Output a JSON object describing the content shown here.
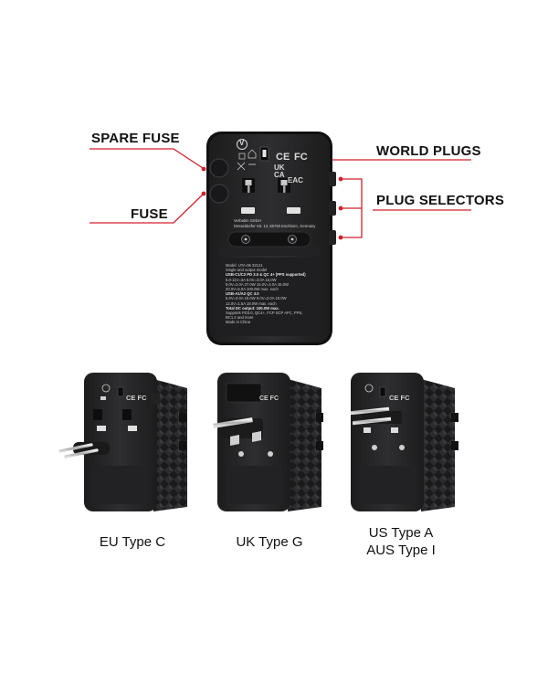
{
  "callouts": {
    "spare_fuse": "SPARE FUSE",
    "fuse": "FUSE",
    "world_plugs": "WORLD PLUGS",
    "plug_selectors": "PLUG SELECTORS"
  },
  "captions": {
    "eu": "EU Type C",
    "uk": "UK Type G",
    "us_line1": "US Type A",
    "us_line2": "AUS Type I"
  },
  "device_marks": {
    "uk_ca": "UK CA",
    "eac": "EAC",
    "ce": "CE",
    "fc": "FC",
    "brand_badge": "V"
  },
  "device_label": {
    "company_line1": "Verbatim GmbH",
    "company_line2": "Düsseldorfer Str. 13, 65760 Eschborn, Germany",
    "spec_lines": [
      "Model: UTA-06 32121",
      "Single and output model",
      "USB-C1/C2 PD 3.0 & QC 4+ (PPS supported)",
      "5.0-11V=3A 5.0V=3.0A 15.0W",
      "9.0V=3.0A 27.0W 15.0V=3.0A 45.0W",
      "20.0V=5.0A 100.0W max. each",
      "USB-A1/A2 QC 3.0",
      "5.0V=3.0A 15.0W 9.0V=2.0A 18.0W",
      "12.0V=1.5A 18.0W max. each",
      "Total DC output: 100.0W max.",
      "Supports PD3.0, QC4+, FCP SCP AFC, PPS,",
      "BC1.2 and more",
      "Made in China"
    ]
  },
  "colors": {
    "accent_red": "#d0212b",
    "device_body": "#2a2a2c",
    "device_dark": "#1a1a1b"
  }
}
